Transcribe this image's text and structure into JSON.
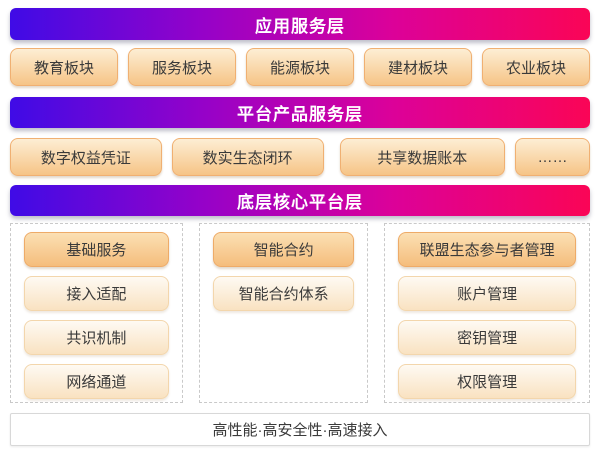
{
  "layers": {
    "app_layer_title": "应用服务层",
    "app_modules": [
      "教育板块",
      "服务板块",
      "能源板块",
      "建材板块",
      "农业板块"
    ],
    "platform_layer_title": "平台产品服务层",
    "platform_products": [
      "数字权益凭证",
      "数实生态闭环",
      "共享数据账本",
      "……"
    ],
    "core_layer_title": "底层核心平台层",
    "core_columns": [
      {
        "header": "基础服务",
        "items": [
          "接入适配",
          "共识机制",
          "网络通道"
        ]
      },
      {
        "header": "智能合约",
        "items": [
          "智能合约体系"
        ]
      },
      {
        "header": "联盟生态参与者管理",
        "items": [
          "账户管理",
          "密钥管理",
          "权限管理"
        ]
      }
    ],
    "footer_text": "高性能·高安全性·高速接入"
  },
  "colors": {
    "banner_gradient": [
      "#3f0be6",
      "#9502c9",
      "#dc0199",
      "#fa0556"
    ],
    "banner_text": "#ffffff",
    "box_fill_top": "#fdeed4",
    "box_fill_bottom": "#f6c486",
    "box_border": "#f0b072",
    "light_box_fill_top": "#fefaf3",
    "light_box_fill_bottom": "#f9e2c1",
    "light_box_border": "#f3d6ac",
    "dashed_border": "#c9c9c9",
    "text": "#3a3a3a"
  }
}
